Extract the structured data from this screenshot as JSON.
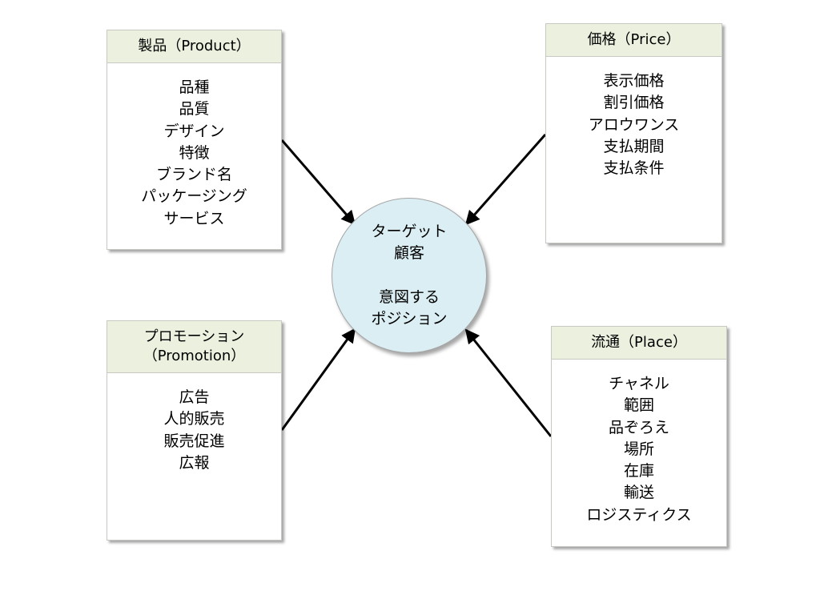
{
  "center": {
    "line1": "ターゲット",
    "line2": "顧客",
    "line3": "意図する",
    "line4": "ポジション"
  },
  "product": {
    "title": "製品（Product）",
    "items": [
      "品種",
      "品質",
      "デザイン",
      "特徴",
      "ブランド名",
      "パッケージング",
      "サービス"
    ]
  },
  "price": {
    "title": "価格（Price）",
    "items": [
      "表示価格",
      "割引価格",
      "アロウワンス",
      "支払期間",
      "支払条件"
    ]
  },
  "promotion": {
    "title_line1": "プロモーション",
    "title_line2": "（Promotion）",
    "items": [
      "広告",
      "人的販売",
      "販売促進",
      "広報"
    ]
  },
  "place": {
    "title": "流通（Place）",
    "items": [
      "チャネル",
      "範囲",
      "品ぞろえ",
      "場所",
      "在庫",
      "輸送",
      "ロジスティクス"
    ]
  },
  "colors": {
    "header_fill": "#ebf1de",
    "circle_fill": "#daeef3",
    "arrow": "#000000"
  }
}
